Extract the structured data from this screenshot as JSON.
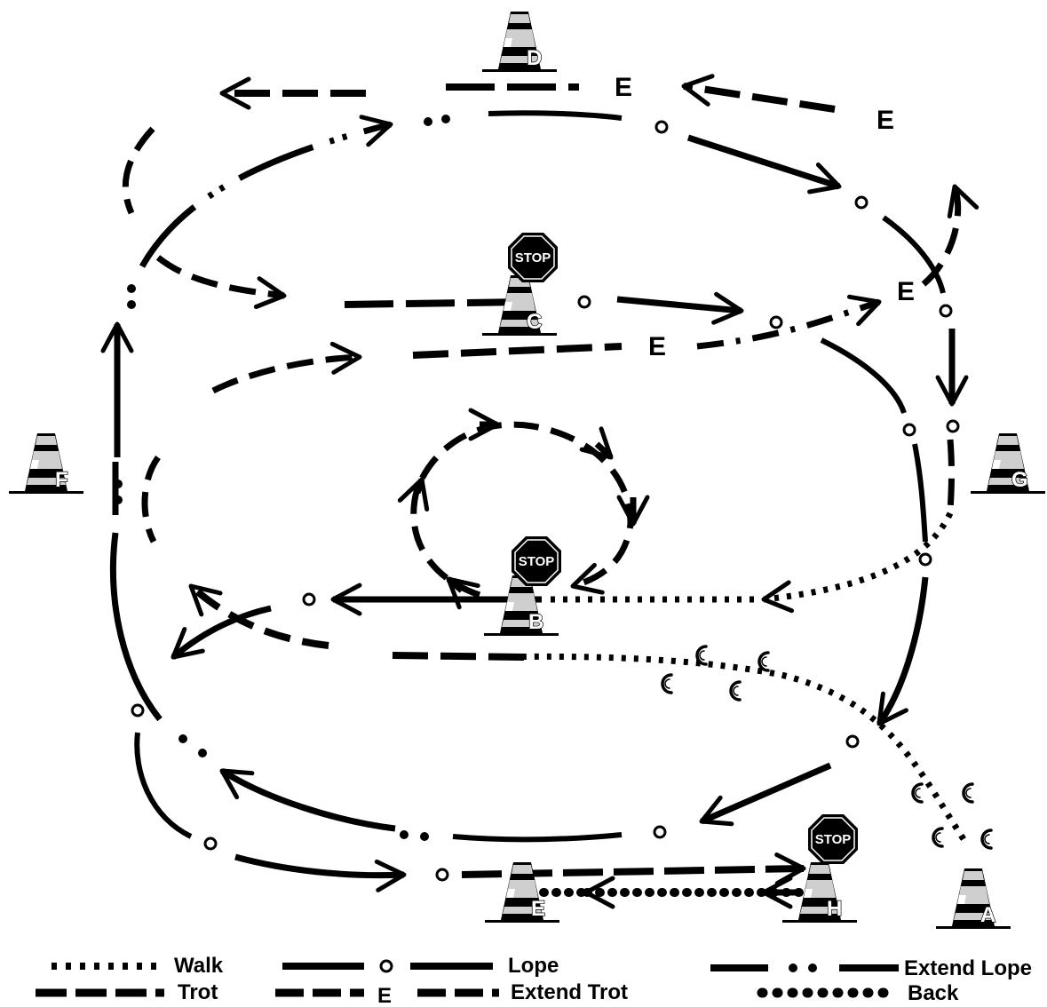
{
  "cones": {
    "a": "A",
    "b": "B",
    "c": "C",
    "d": "D",
    "e": "E",
    "f": "F",
    "g": "G",
    "h": "H"
  },
  "stop_sign_text": "STOP",
  "extend_trot_marker": "E",
  "legend": {
    "walk": "Walk",
    "trot": "Trot",
    "lope": "Lope",
    "extend_trot": "Extend Trot",
    "extend_lope": "Extend Lope",
    "back": "Back",
    "extend_trot_symbol": "E"
  },
  "colors": {
    "ink": "#000000",
    "paper": "#ffffff",
    "cone_stripe": "#cfcfcf"
  }
}
